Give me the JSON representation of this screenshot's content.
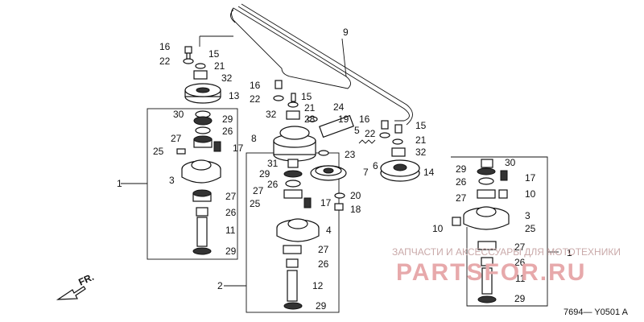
{
  "diagram": {
    "labels": {
      "l1": "1",
      "l1b": "1",
      "l2": "2",
      "l3": "3",
      "l3b": "3",
      "l4": "4",
      "l5": "5",
      "l6": "6",
      "l7": "7",
      "l8": "8",
      "l9": "9",
      "l10": "10",
      "l10b": "10",
      "l11": "11",
      "l11b": "11",
      "l12": "12",
      "l13": "13",
      "l14": "14",
      "l15": "15",
      "l15b": "15",
      "l15c": "15",
      "l16": "16",
      "l16b": "16",
      "l16c": "16",
      "l17": "17",
      "l17b": "17",
      "l17c": "17",
      "l18": "18",
      "l19": "19",
      "l20": "20",
      "l21": "21",
      "l21b": "21",
      "l21c": "21",
      "l22": "22",
      "l22b": "22",
      "l22c": "22",
      "l23": "23",
      "l24": "24",
      "l25": "25",
      "l25b": "25",
      "l25c": "25",
      "l26": "26",
      "l26b": "26",
      "l26c": "26",
      "l26d": "26",
      "l26e": "26",
      "l26f": "26",
      "l27": "27",
      "l27b": "27",
      "l27c": "27",
      "l27d": "27",
      "l27e": "27",
      "l27f": "27",
      "l27g": "27",
      "l28": "28",
      "l29": "29",
      "l29b": "29",
      "l29c": "29",
      "l29d": "29",
      "l29e": "29",
      "l29f": "29",
      "l30": "30",
      "l30b": "30",
      "l31": "31",
      "l32": "32",
      "l32b": "32",
      "l32c": "32"
    },
    "direction_label": "FR.",
    "code": "7694— Y0501 A"
  },
  "watermark": {
    "line1": "ЗАПЧАСТИ И АКСЕССУАРЫ ДЛЯ МОТОТЕХНИКИ",
    "line2": "PARTSFOR.RU"
  }
}
